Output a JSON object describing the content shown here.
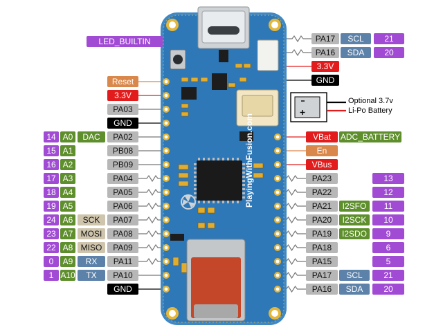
{
  "diagram": {
    "colors": {
      "pcb": "#2f78b8",
      "pcb_edge": "#3e88c6",
      "pad": "#e4b63a",
      "pin_label": "#b7b7b7",
      "arduino_pin": "#a14bd4",
      "analog": "#5e8f2c",
      "spi_i2c": "#cfc5ad",
      "serial": "#5d82a9",
      "power": "#e21c1c",
      "ground": "#000000",
      "reset": "#d9874a",
      "enable": "#d9874a"
    },
    "board": {
      "silk_brand": "PlayingWithFusion.com",
      "top_labels": [
        "LED_BUILTIN"
      ]
    },
    "left": {
      "led_builtin": "LED_BUILTIN",
      "reset": "Reset",
      "v33": "3.3V",
      "pa03": "PA03",
      "gnd_top": "GND",
      "rows": [
        {
          "num": "14",
          "a": "A0",
          "fn": "DAC",
          "pin": "PA02"
        },
        {
          "num": "15",
          "a": "A1",
          "fn": "",
          "pin": "PB08"
        },
        {
          "num": "16",
          "a": "A2",
          "fn": "",
          "pin": "PB09"
        },
        {
          "num": "17",
          "a": "A3",
          "fn": "",
          "pin": "PA04"
        },
        {
          "num": "18",
          "a": "A4",
          "fn": "",
          "pin": "PA05"
        },
        {
          "num": "19",
          "a": "A5",
          "fn": "",
          "pin": "PA06"
        },
        {
          "num": "24",
          "a": "A6",
          "fn": "SCK",
          "pin": "PA07"
        },
        {
          "num": "23",
          "a": "A7",
          "fn": "MOSI",
          "pin": "PA08"
        },
        {
          "num": "22",
          "a": "A8",
          "fn": "MISO",
          "pin": "PA09"
        },
        {
          "num": "0",
          "a": "A9",
          "fn": "RX",
          "pin": "PA11"
        },
        {
          "num": "1",
          "a": "A10",
          "fn": "TX",
          "pin": "PA10"
        }
      ],
      "gnd_bottom": "GND"
    },
    "right": {
      "top_i2c": [
        {
          "pin": "PA17",
          "fn": "SCL",
          "num": "21"
        },
        {
          "pin": "PA16",
          "fn": "SDA",
          "num": "20"
        }
      ],
      "v33": "3.3V",
      "gnd": "GND",
      "battery_note": [
        "Optional 3.7v",
        "Li-Po Battery"
      ],
      "vbat": "VBat",
      "adc_battery": "ADC_BATTERY",
      "en": "En",
      "vbus": "VBus",
      "rows": [
        {
          "pin": "PA23",
          "fn": "",
          "num": "13"
        },
        {
          "pin": "PA22",
          "fn": "",
          "num": "12"
        },
        {
          "pin": "PA21",
          "fn": "I2SFO",
          "num": "11"
        },
        {
          "pin": "PA20",
          "fn": "I2SCK",
          "num": "10"
        },
        {
          "pin": "PA19",
          "fn": "I2SDO",
          "num": "9"
        },
        {
          "pin": "PA18",
          "fn": "",
          "num": "6"
        },
        {
          "pin": "PA15",
          "fn": "",
          "num": "5"
        },
        {
          "pin": "PA17",
          "fn": "SCL",
          "num": "21"
        },
        {
          "pin": "PA16",
          "fn": "SDA",
          "num": "20"
        }
      ]
    }
  }
}
